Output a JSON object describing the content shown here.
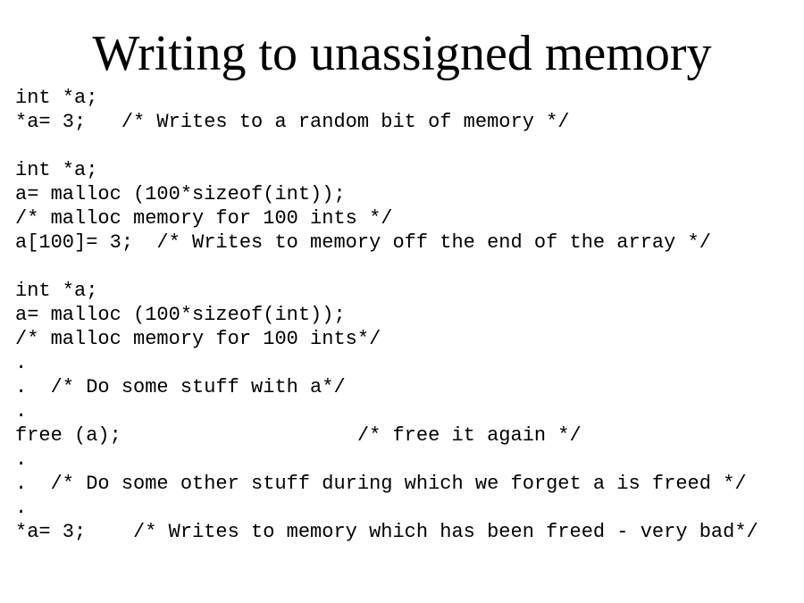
{
  "slide": {
    "title": "Writing to unassigned memory",
    "code_lines": [
      "int *a;",
      "*a= 3;   /* Writes to a random bit of memory */",
      "",
      "int *a;",
      "a= malloc (100*sizeof(int));",
      "/* malloc memory for 100 ints */",
      "a[100]= 3;  /* Writes to memory off the end of the array */",
      "",
      "int *a;",
      "a= malloc (100*sizeof(int));",
      "/* malloc memory for 100 ints*/",
      ".",
      ".  /* Do some stuff with a*/",
      ".",
      "free (a);                    /* free it again */",
      ".",
      ".  /* Do some other stuff during which we forget a is freed */",
      ".",
      "*a= 3;    /* Writes to memory which has been freed - very bad*/"
    ]
  }
}
